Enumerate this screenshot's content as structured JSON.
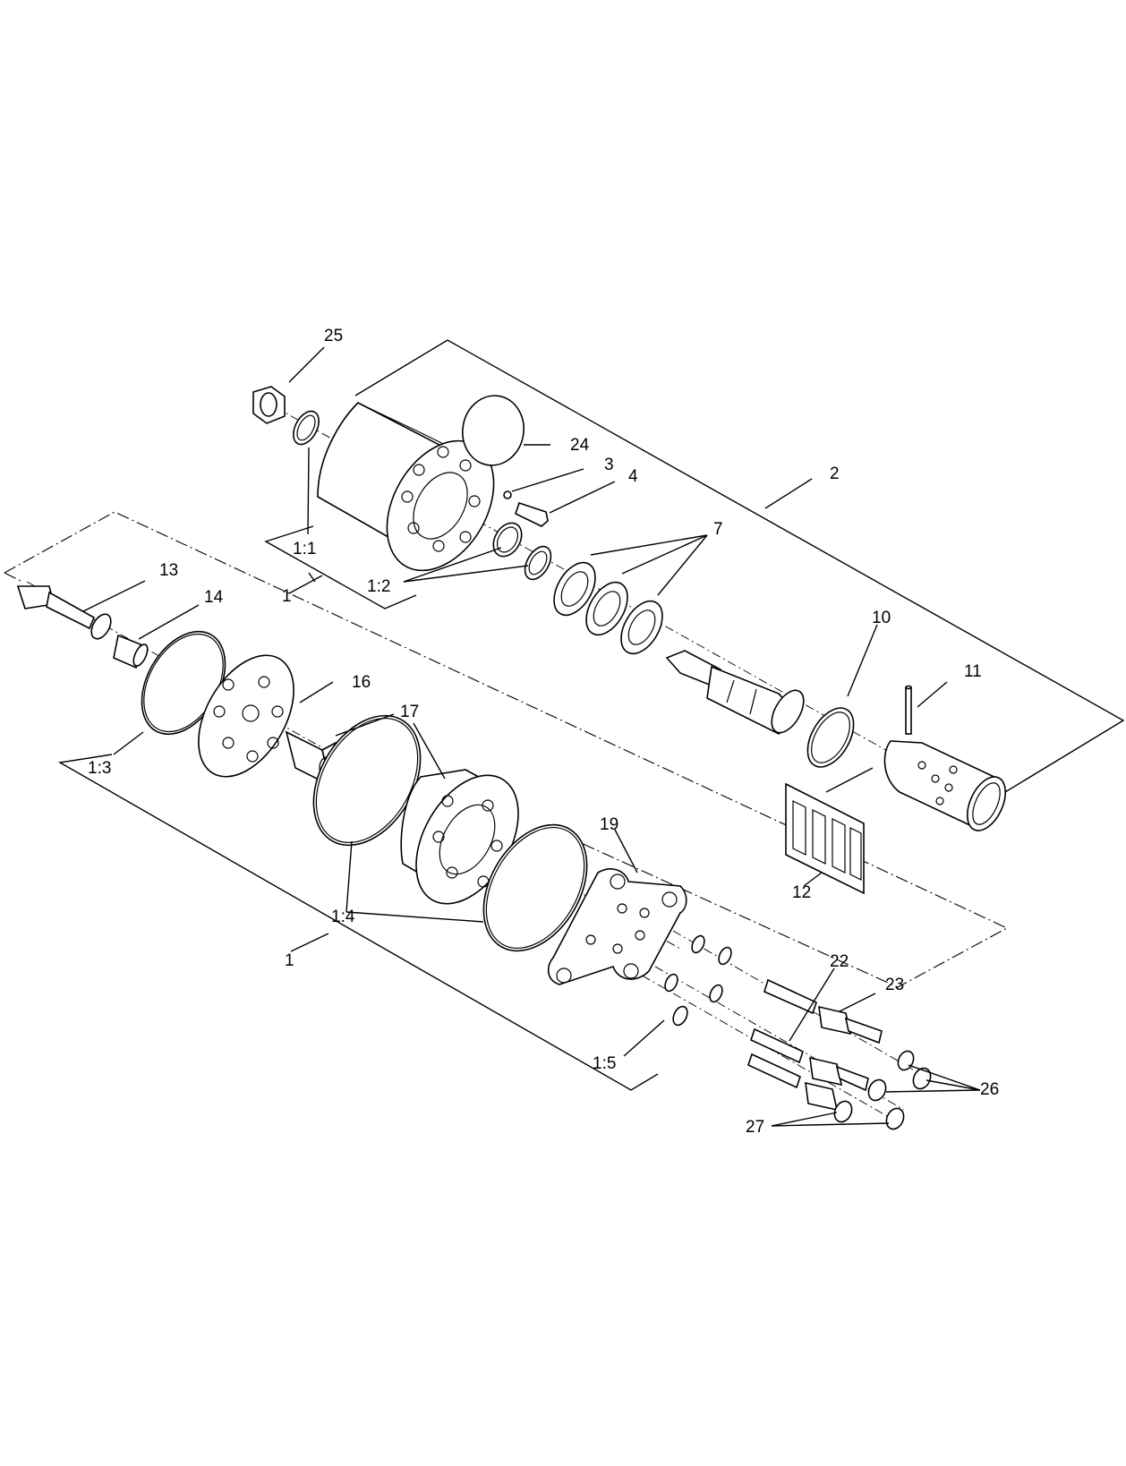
{
  "diagram": {
    "callouts": {
      "c25": "25",
      "c24": "24",
      "c3": "3",
      "c4": "4",
      "c2": "2",
      "c7": "7",
      "c1_1": "1:1",
      "c1_2": "1:2",
      "c1_top": "1",
      "c10": "10",
      "c11": "11",
      "c12": "12",
      "c13": "13",
      "c14": "14",
      "c16": "16",
      "c17": "17",
      "c1_3": "1:3",
      "c1_4": "1:4",
      "c1_bottom": "1",
      "c19": "19",
      "c22": "22",
      "c23": "23",
      "c26": "26",
      "c27": "27",
      "c1_5": "1:5"
    }
  }
}
